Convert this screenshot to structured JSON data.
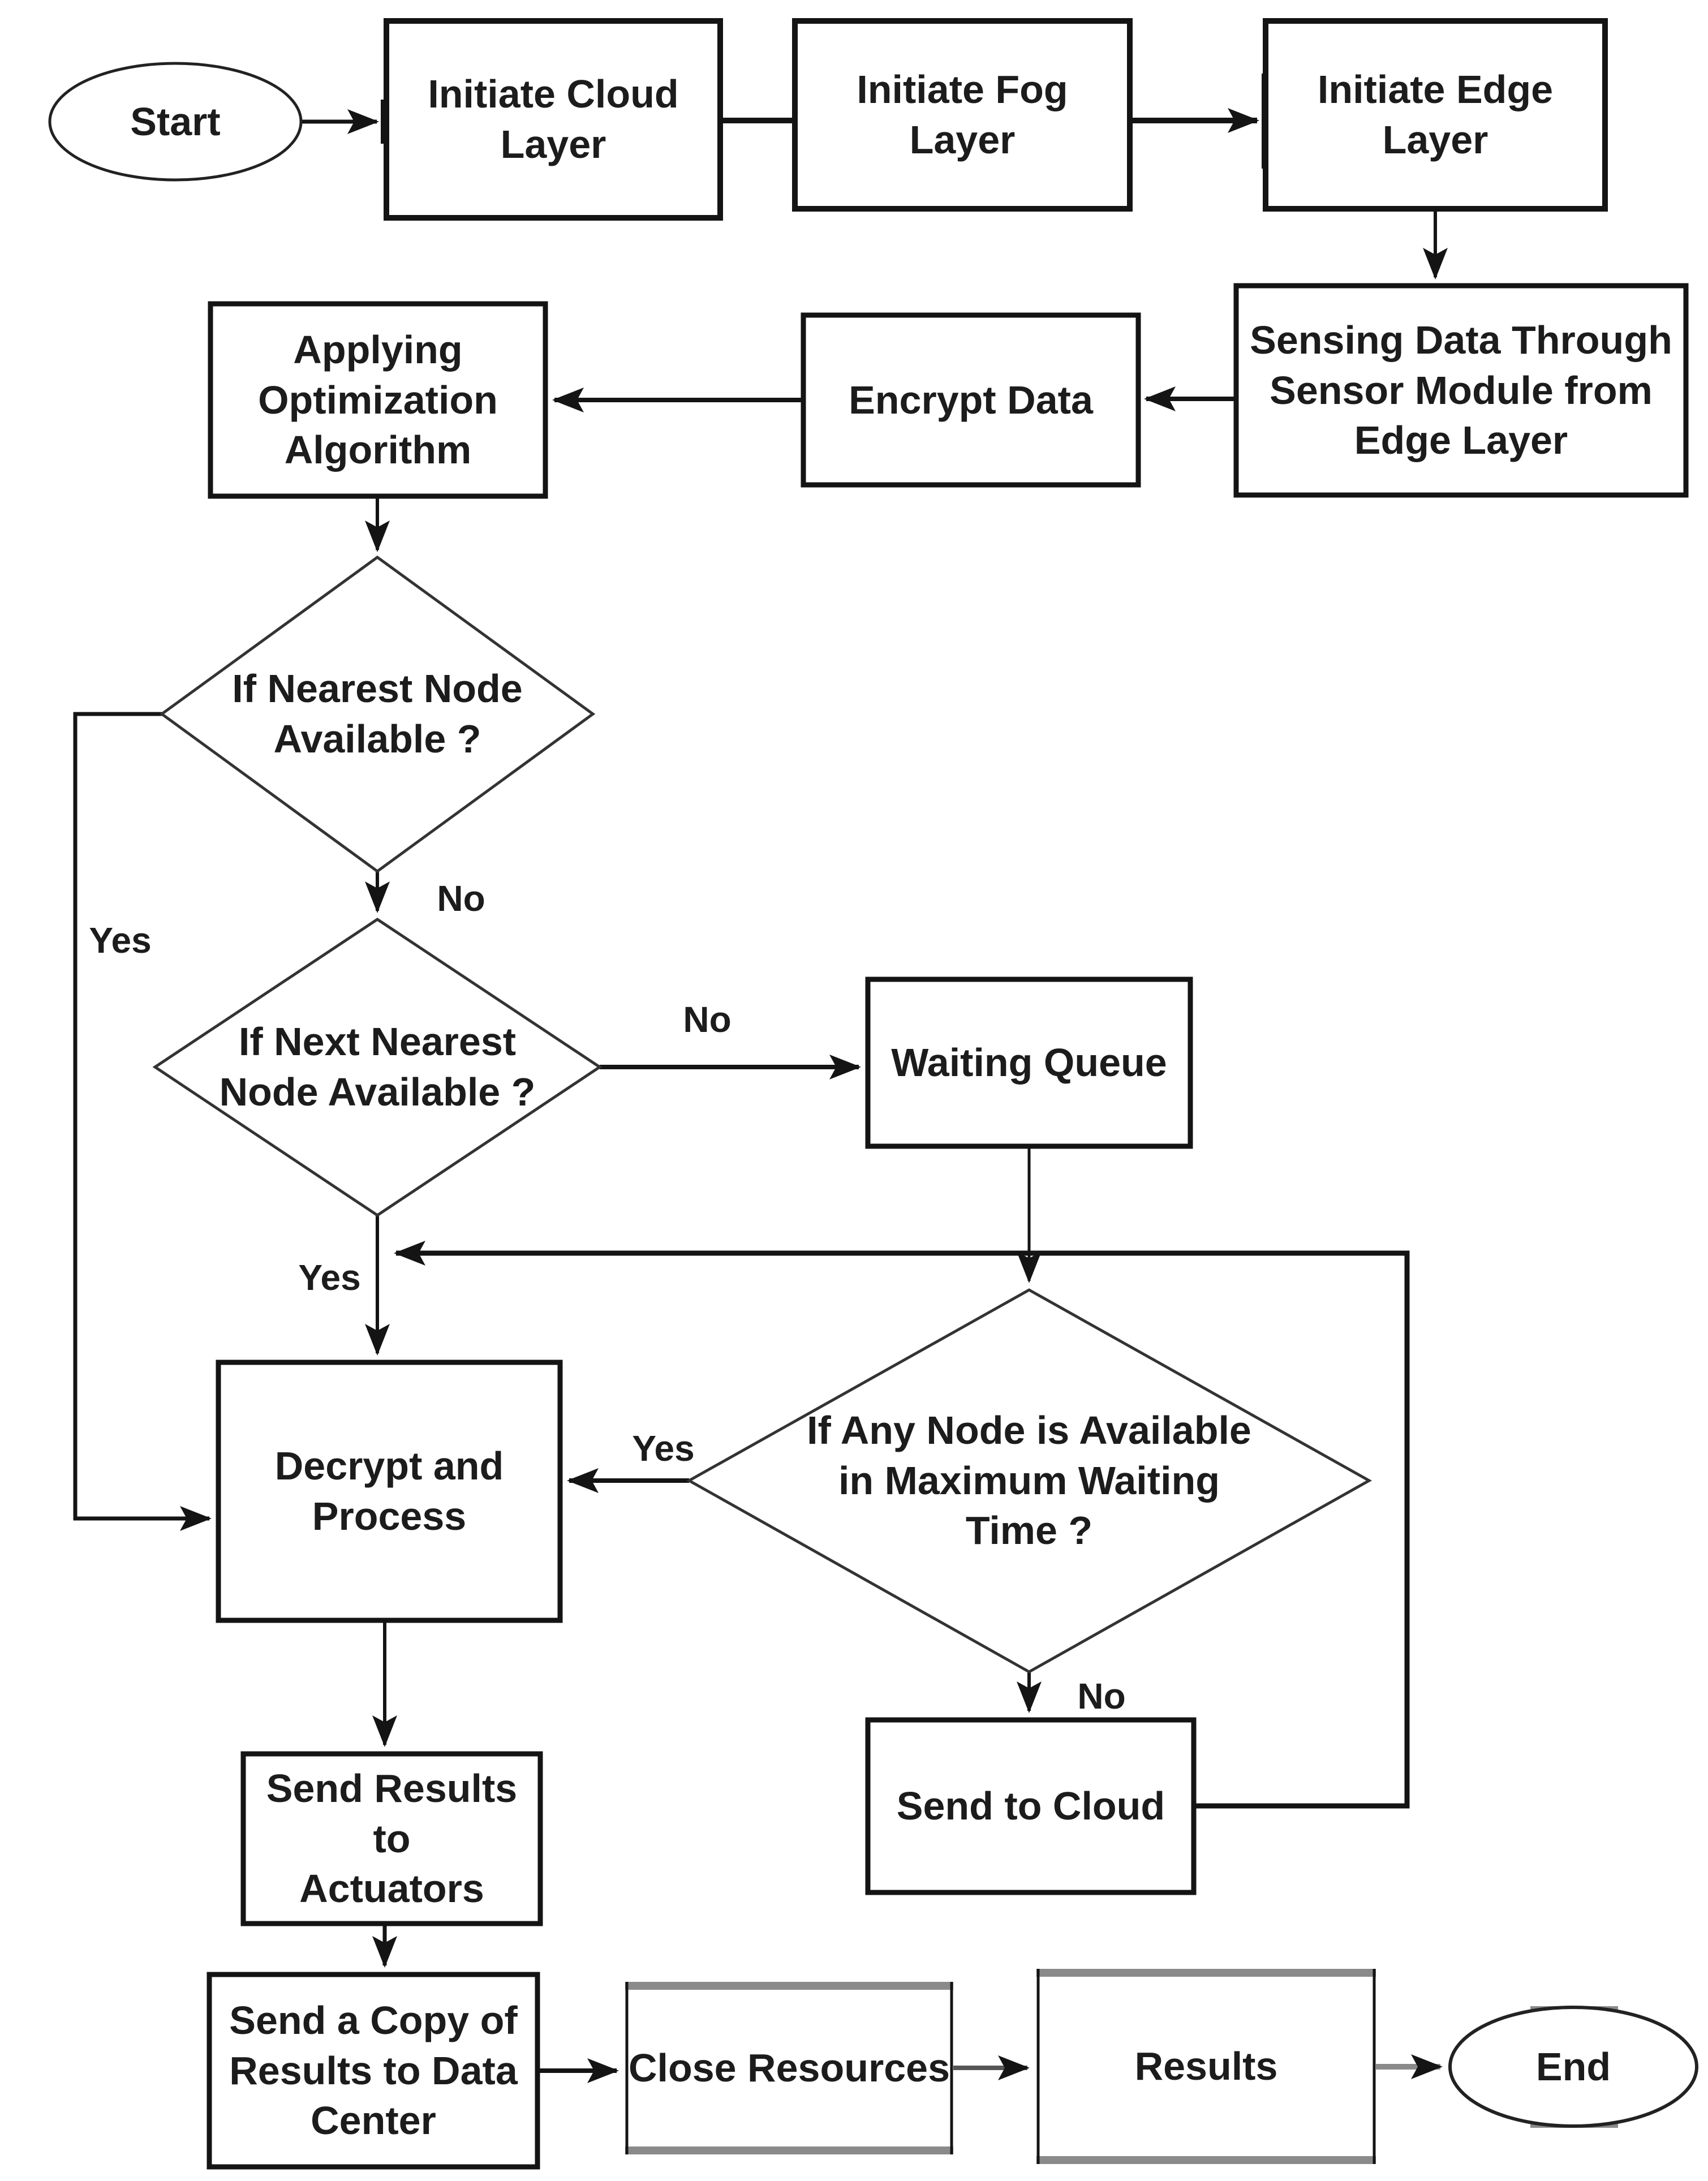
{
  "diagram": {
    "type": "flowchart",
    "background": "#ffffff",
    "colors": {
      "line": "#141414",
      "diamond_line": "#333333",
      "muted_gray": "#8a8a8a",
      "text": "#1c1c1c"
    },
    "nodes": {
      "start": {
        "type": "terminator",
        "label": "Start"
      },
      "initiate_cloud": {
        "type": "process",
        "label": "Initiate Cloud\nLayer"
      },
      "initiate_fog": {
        "type": "process",
        "label": "Initiate Fog\nLayer"
      },
      "initiate_edge": {
        "type": "process",
        "label": "Initiate Edge\nLayer"
      },
      "sensing": {
        "type": "process",
        "label": "Sensing Data Through\nSensor Module from\nEdge Layer"
      },
      "encrypt": {
        "type": "process",
        "label": "Encrypt Data"
      },
      "optimize": {
        "type": "process",
        "label": "Applying\nOptimization\nAlgorithm"
      },
      "nearest_node": {
        "type": "decision",
        "label": "If Nearest Node\nAvailable ?"
      },
      "next_nearest_node": {
        "type": "decision",
        "label": "If Next Nearest\nNode Available ?"
      },
      "waiting_queue": {
        "type": "process",
        "label": "Waiting Queue"
      },
      "max_wait": {
        "type": "decision",
        "label": "If Any Node is Available\nin Maximum Waiting\nTime ?"
      },
      "decrypt": {
        "type": "process",
        "label": "Decrypt and\nProcess"
      },
      "send_to_cloud": {
        "type": "process",
        "label": "Send to Cloud"
      },
      "send_results": {
        "type": "process",
        "label": "Send Results to\nActuators"
      },
      "send_copy": {
        "type": "process",
        "label": "Send a Copy of\nResults to Data\nCenter"
      },
      "close_resources": {
        "type": "process",
        "label": "Close Resources"
      },
      "results": {
        "type": "process",
        "label": "Results"
      },
      "end": {
        "type": "terminator",
        "label": "End"
      }
    },
    "edge_labels": {
      "d1_no": "No",
      "d1_yes": "Yes",
      "d2_no": "No",
      "d2_yes": "Yes",
      "d3_yes": "Yes",
      "d3_no": "No"
    },
    "edges": [
      {
        "from": "start",
        "to": "initiate_cloud"
      },
      {
        "from": "initiate_cloud",
        "to": "initiate_fog"
      },
      {
        "from": "initiate_fog",
        "to": "initiate_edge"
      },
      {
        "from": "initiate_edge",
        "to": "sensing"
      },
      {
        "from": "sensing",
        "to": "encrypt"
      },
      {
        "from": "encrypt",
        "to": "optimize"
      },
      {
        "from": "optimize",
        "to": "nearest_node"
      },
      {
        "from": "nearest_node",
        "to": "next_nearest_node",
        "label": "No"
      },
      {
        "from": "nearest_node",
        "to": "decrypt",
        "label": "Yes"
      },
      {
        "from": "next_nearest_node",
        "to": "waiting_queue",
        "label": "No"
      },
      {
        "from": "next_nearest_node",
        "to": "decrypt",
        "label": "Yes"
      },
      {
        "from": "waiting_queue",
        "to": "max_wait"
      },
      {
        "from": "max_wait",
        "to": "decrypt",
        "label": "Yes"
      },
      {
        "from": "max_wait",
        "to": "send_to_cloud",
        "label": "No"
      },
      {
        "from": "send_to_cloud",
        "to": "decrypt"
      },
      {
        "from": "decrypt",
        "to": "send_results"
      },
      {
        "from": "send_results",
        "to": "send_copy"
      },
      {
        "from": "send_copy",
        "to": "close_resources"
      },
      {
        "from": "close_resources",
        "to": "results"
      },
      {
        "from": "results",
        "to": "end"
      }
    ]
  }
}
